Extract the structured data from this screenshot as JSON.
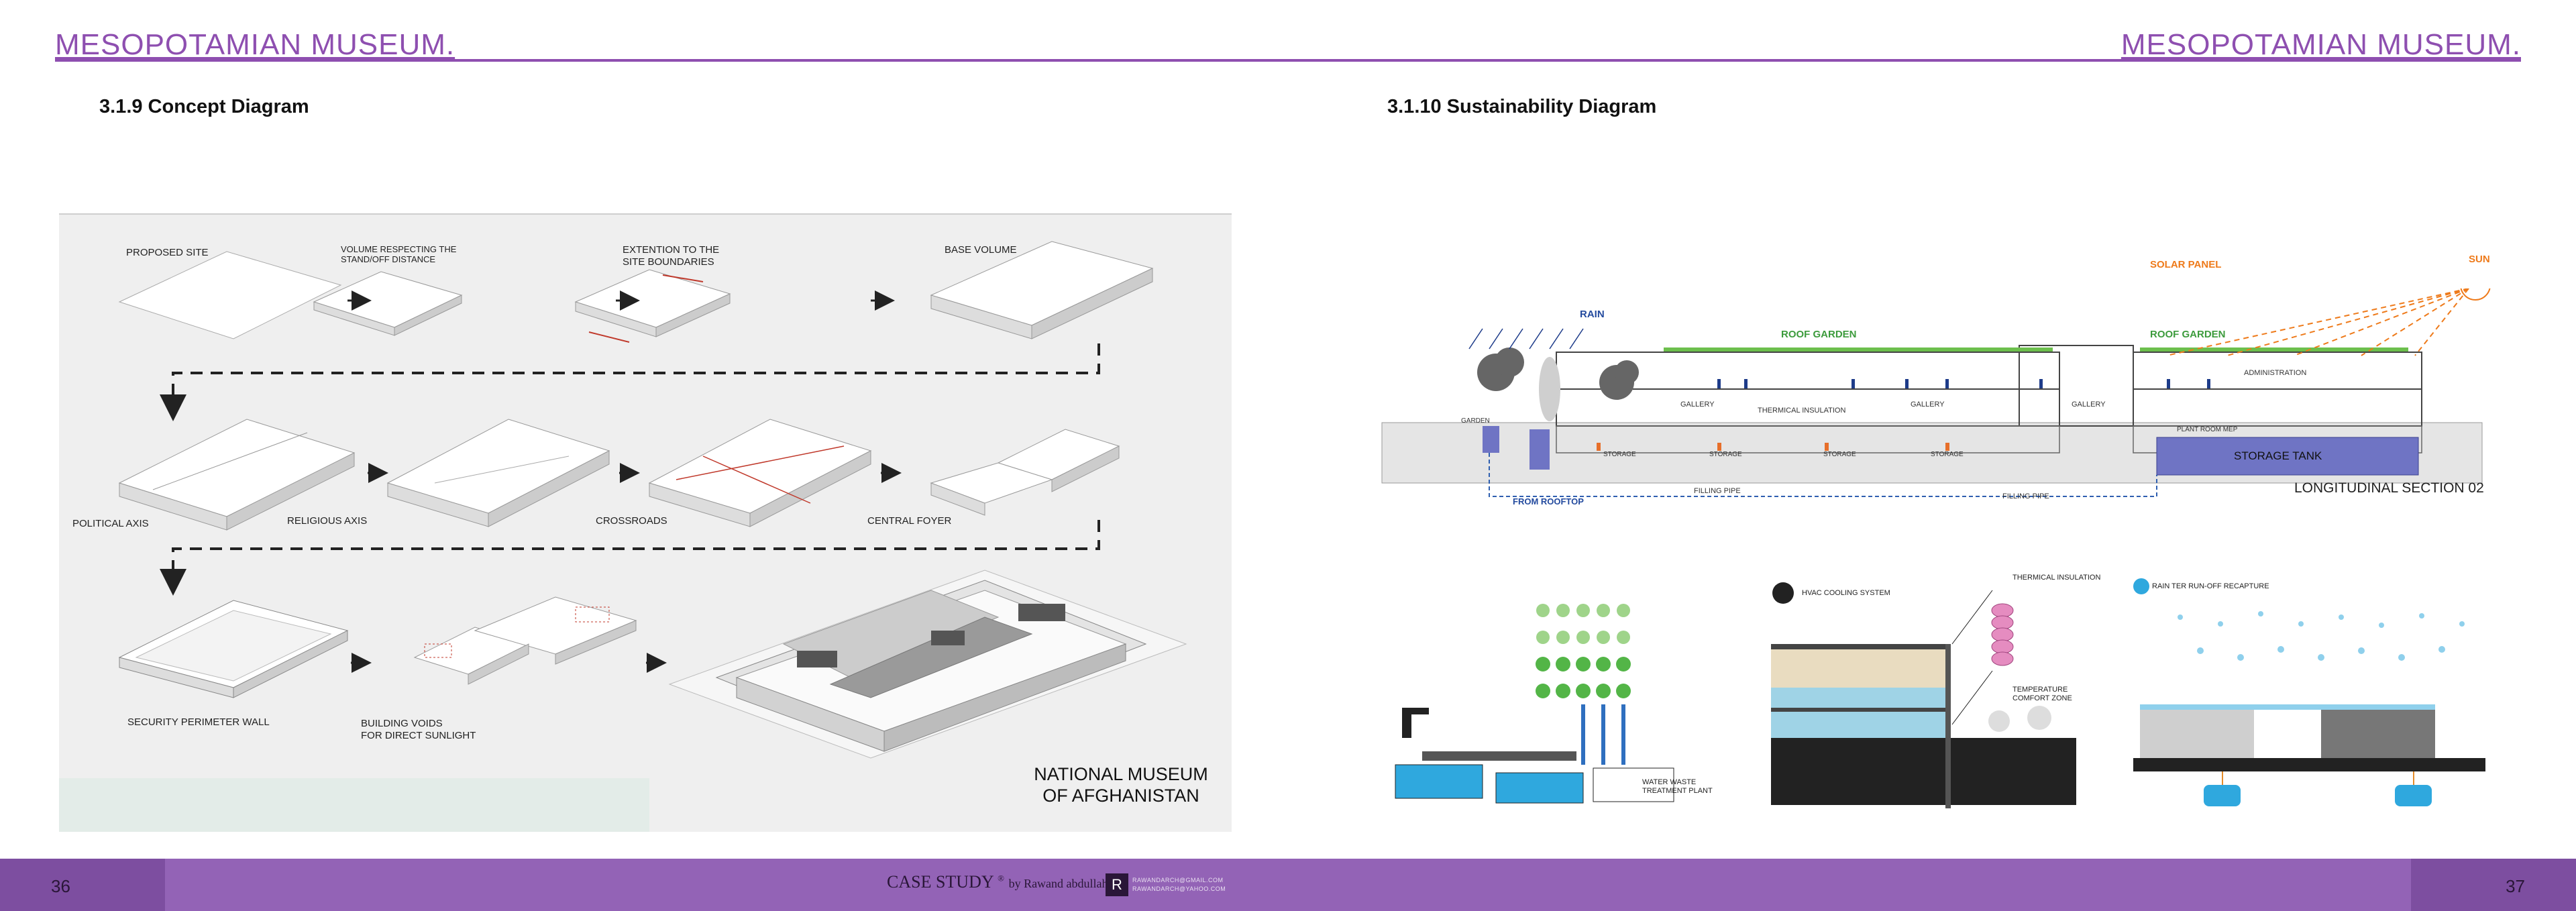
{
  "header": {
    "left_title": "MESOPOTAMIAN MUSEUM.",
    "right_title": "MESOPOTAMIAN MUSEUM."
  },
  "concept": {
    "section_title": "3.1.9 Concept Diagram",
    "steps": {
      "proposed_site": "PROPOSED SITE",
      "volume": "VOLUME RESPECTING THE\nSTAND/OFF DISTANCE",
      "extention": "EXTENTION TO THE\nSITE BOUNDARIES",
      "base_volume": "BASE VOLUME",
      "political_axis": "POLITICAL AXIS",
      "religious_axis": "RELIGIOUS AXIS",
      "crossroads": "CROSSROADS",
      "central_foyer": "CENTRAL FOYER",
      "security_wall": "SECURITY PERIMETER WALL",
      "building_voids": "BUILDING VOIDS\nFOR DIRECT SUNLIGHT"
    },
    "result_label": "NATIONAL MUSEUM\nOF AFGHANISTAN"
  },
  "sustainability": {
    "section_title": "3.1.10 Sustainability Diagram",
    "labels": {
      "sun": "SUN",
      "solar_panel": "SOLAR PANEL",
      "rain": "RAIN",
      "roof_garden_1": "ROOF GARDEN",
      "roof_garden_2": "ROOF GARDEN",
      "administration": "ADMINISTRATION",
      "gallery_1": "GALLERY",
      "gallery_2": "GALLERY",
      "gallery_3": "GALLERY",
      "thermal_insulation": "THERMICAL INSULATION",
      "garden": "GARDEN",
      "storage_1": "STORAGE",
      "storage_2": "STORAGE",
      "storage_3": "STORAGE",
      "storage_4": "STORAGE",
      "plant_room": "PLANT ROOM  MEP",
      "storage_tank": "STORAGE TANK",
      "from_rooftop": "FROM ROOFTOP",
      "filling_pipe_1": "FILLING PIPE",
      "filling_pipe_2": "FILLING PIPE",
      "section_name": "LONGITUDINAL SECTION 02"
    },
    "water_treatment": "WATER WASTE\nTREATMENT PLANT",
    "hvac": "HVAC COOLING SYSTEM",
    "thermical_insulation": "THERMICAL INSULATION",
    "temperature_comfort": "TEMPERATURE\nCOMFORT ZONE",
    "rain_recapture": "RAIN TER RUN-OFF RECAPTURE"
  },
  "footer": {
    "page_left": "36",
    "page_right": "37",
    "case_study": "CASE STUDY",
    "mark": "®",
    "by": "by Rawand abdullah",
    "logo": "R",
    "line1": "RAWANDARCH@GMAIL.COM",
    "line2": "RAWANDARCH@YAHOO.COM"
  },
  "colors": {
    "accent": "#8e4fb0",
    "footer": "#9363b6",
    "footer_dark": "#7d4ea0",
    "solar": "#ee7a1a",
    "garden": "#3c9b3c",
    "water": "#2fa8de",
    "tank": "#6f74c4"
  }
}
